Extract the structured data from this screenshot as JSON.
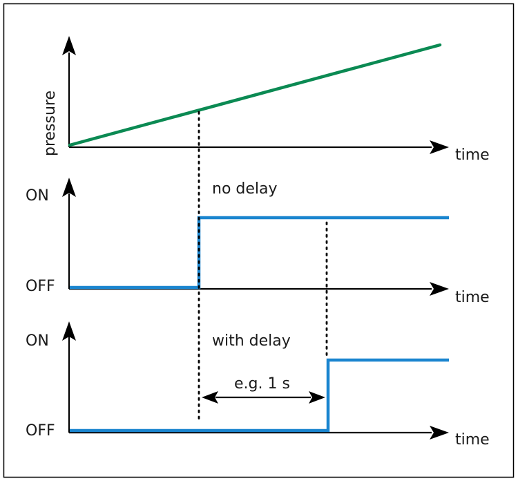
{
  "labels": {
    "pressure_axis": "pressure",
    "time_1": "time",
    "time_2": "time",
    "time_3": "time",
    "on_1": "ON",
    "off_1": "OFF",
    "on_2": "ON",
    "off_2": "OFF",
    "no_delay": "no delay",
    "with_delay": "with delay",
    "delay_example": "e.g. 1 s"
  },
  "colors": {
    "pressure": "#0b8a53",
    "signal": "#1a85cf"
  }
}
